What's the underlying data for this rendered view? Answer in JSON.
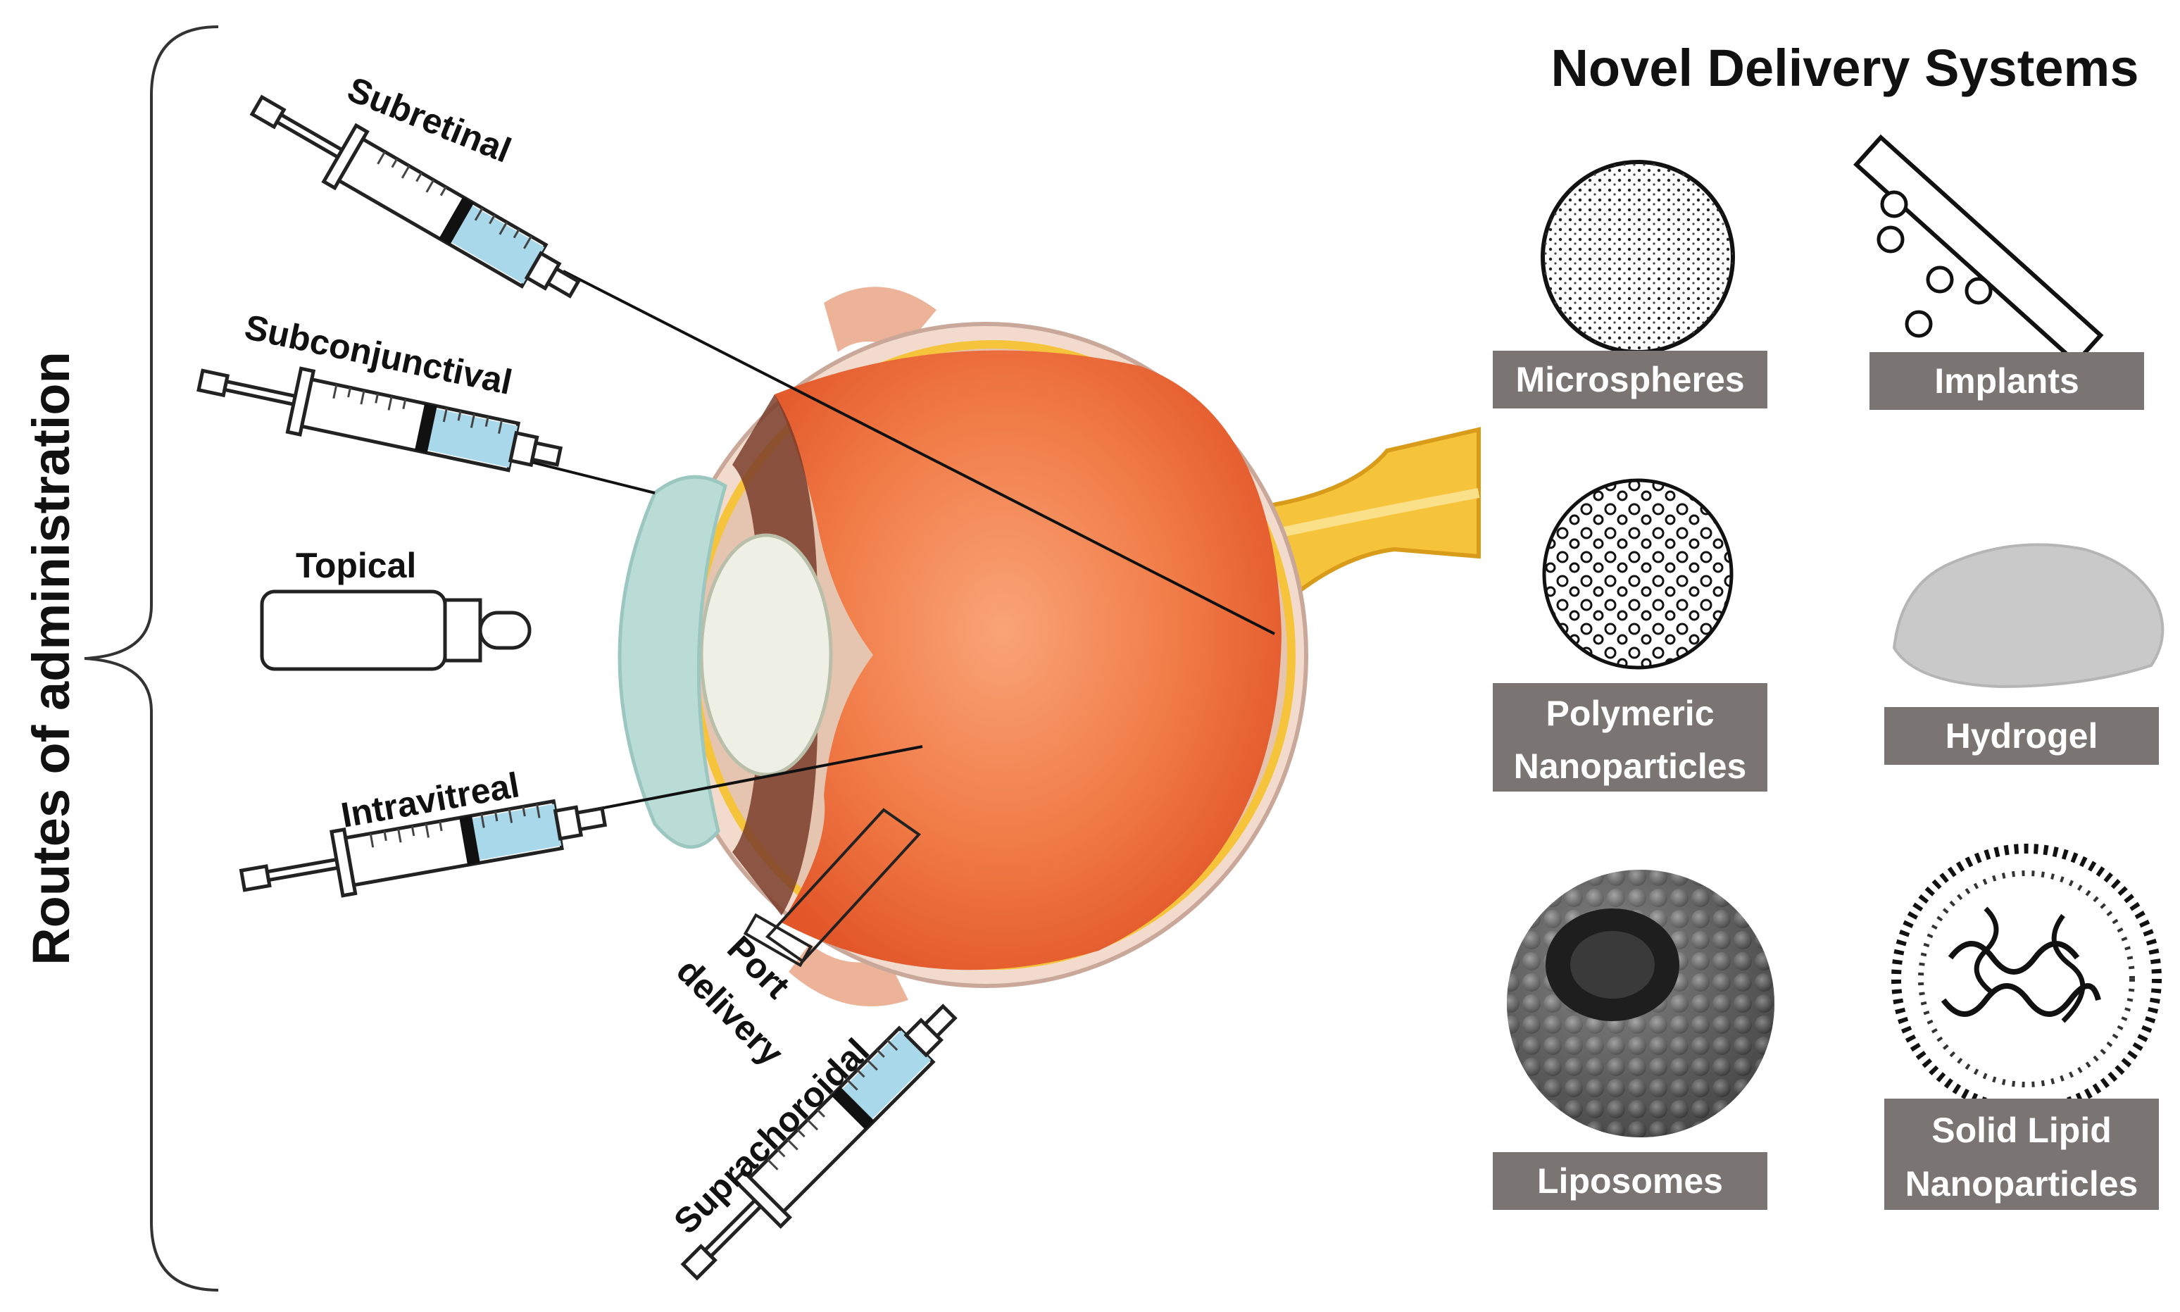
{
  "routes": {
    "title": "Routes of administration",
    "subretinal": "Subretinal",
    "subconjunctival": "Subconjunctival",
    "topical": "Topical",
    "intravitreal": "Intravitreal",
    "port_line1": "Port",
    "port_line2": "delivery",
    "suprachoroidal": "Suprachoroidal"
  },
  "systems": {
    "title": "Novel Delivery Systems",
    "microspheres": "Microspheres",
    "implants": "Implants",
    "polymeric_line1": "Polymeric",
    "polymeric_line2": "Nanoparticles",
    "hydrogel": "Hydrogel",
    "liposomes": "Liposomes",
    "sln_line1": "Solid Lipid",
    "sln_line2": "Nanoparticles"
  },
  "colors": {
    "label_box": "#7a7472",
    "syringe_fluid": "#a8d8ea",
    "vitreous": "#f07a45",
    "sclera": "#f0d8c8",
    "optic_nerve": "#f6c43a",
    "lens": "#eef0e6",
    "cornea": "#b9dcd6"
  }
}
